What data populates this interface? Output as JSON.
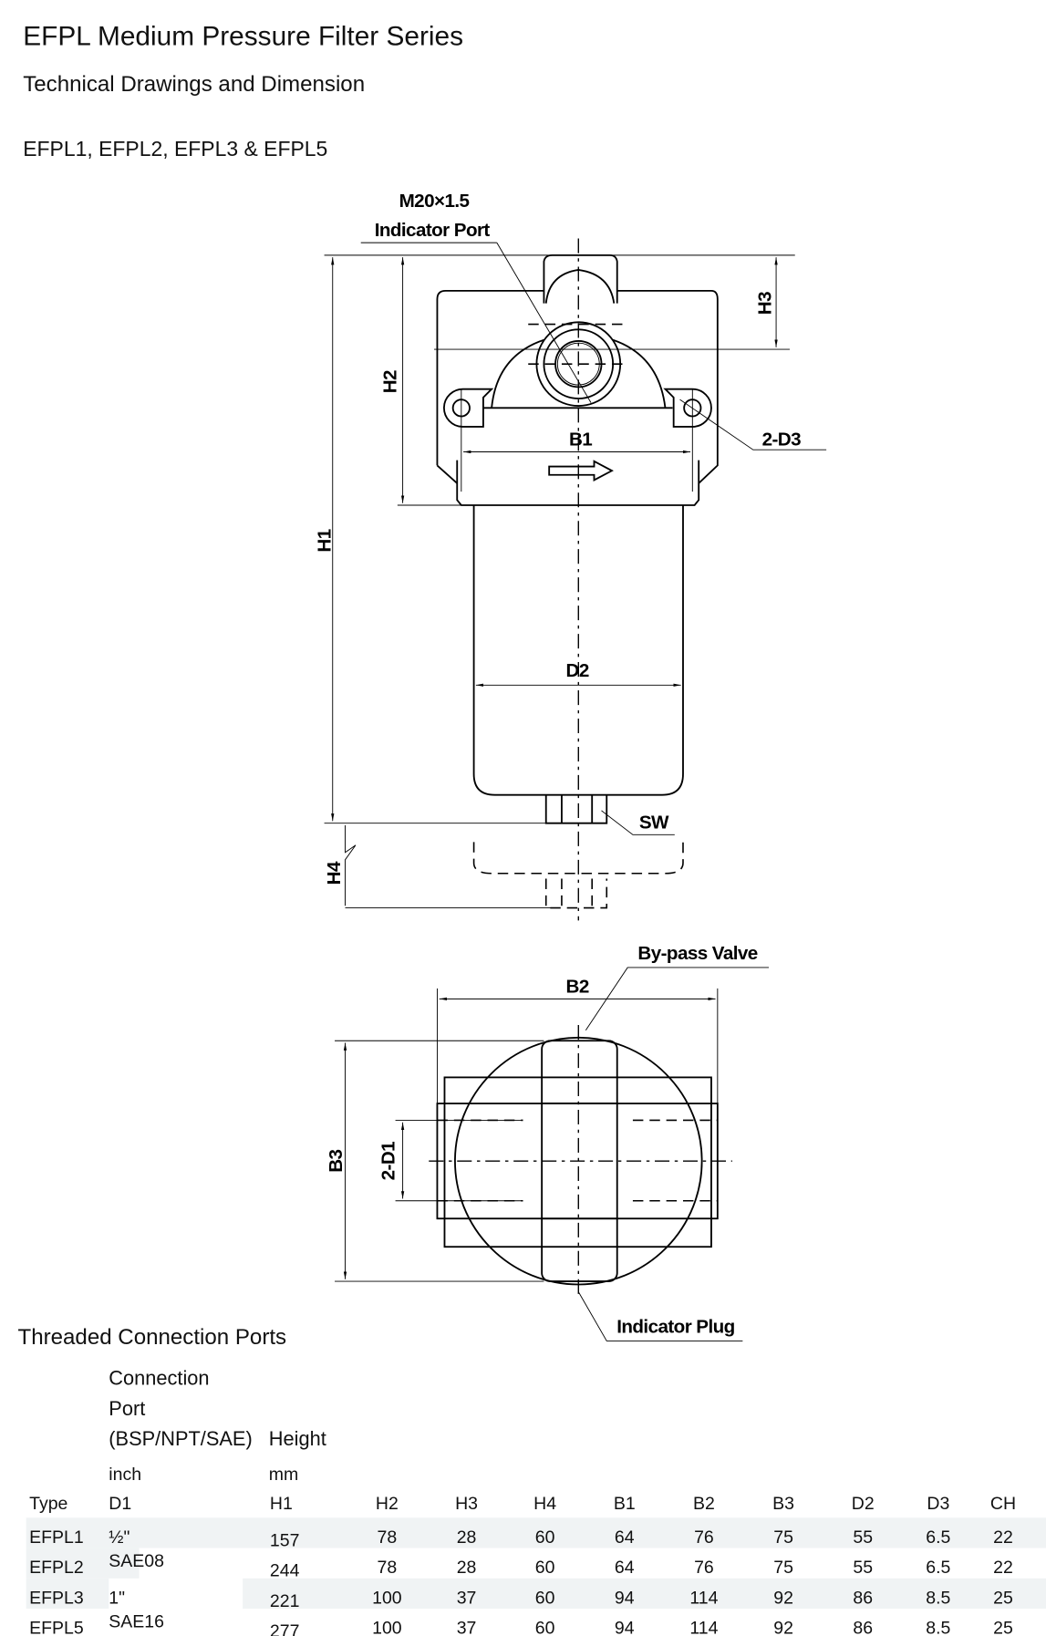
{
  "header": {
    "title": "EFPL Medium Pressure Filter Series",
    "subtitle": "Technical Drawings and Dimension",
    "models": "EFPL1, EFPL2, EFPL3 & EFPL5"
  },
  "drawing": {
    "thread": "M20×1.5",
    "indicator_port": "Indicator Port",
    "h1": "H1",
    "h2": "H2",
    "h3": "H3",
    "h4": "H4",
    "b1": "B1",
    "d2": "D2",
    "d3": "2-D3",
    "sw": "SW",
    "b2": "B2",
    "b3": "B3",
    "d1": "2-D1",
    "bypass": "By-pass Valve",
    "indicator_plug": "Indicator Plug"
  },
  "table": {
    "title": "Threaded Connection Ports",
    "header_d1": [
      "Connection",
      "Port",
      "(BSP/NPT/SAE)"
    ],
    "header_h1": "Height",
    "unit_d1": "inch",
    "unit_h1": "mm",
    "columns": [
      "Type",
      "D1",
      "H1",
      "H2",
      "H3",
      "H4",
      "B1",
      "B2",
      "B3",
      "D2",
      "D3",
      "CH"
    ],
    "rows": [
      [
        "EFPL1",
        "½\"",
        "157",
        "78",
        "28",
        "60",
        "64",
        "76",
        "75",
        "55",
        "6.5",
        "22"
      ],
      [
        "EFPL2",
        "SAE08",
        "244",
        "78",
        "28",
        "60",
        "64",
        "76",
        "75",
        "55",
        "6.5",
        "22"
      ],
      [
        "EFPL3",
        "1\"",
        "221",
        "100",
        "37",
        "60",
        "94",
        "114",
        "92",
        "86",
        "8.5",
        "25"
      ],
      [
        "EFPL5",
        "SAE16",
        "277",
        "100",
        "37",
        "60",
        "94",
        "114",
        "92",
        "86",
        "8.5",
        "25"
      ]
    ]
  }
}
